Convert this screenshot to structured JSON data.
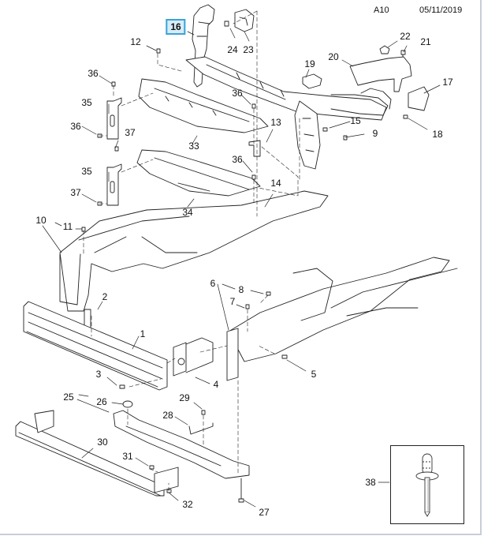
{
  "header": {
    "section_code": "A10",
    "date": "05/11/2019"
  },
  "highlight": {
    "callout": "16",
    "border_color": "#3ba3d8",
    "fill_color": "#d6ecf8"
  },
  "callouts": [
    {
      "id": "c16",
      "label": "16",
      "highlighted": true
    },
    {
      "id": "c24",
      "label": "24"
    },
    {
      "id": "c23",
      "label": "23"
    },
    {
      "id": "c22",
      "label": "22"
    },
    {
      "id": "c21",
      "label": "21"
    },
    {
      "id": "c12",
      "label": "12"
    },
    {
      "id": "c19",
      "label": "19"
    },
    {
      "id": "c20",
      "label": "20"
    },
    {
      "id": "c17",
      "label": "17"
    },
    {
      "id": "c36a",
      "label": "36"
    },
    {
      "id": "c35a",
      "label": "35"
    },
    {
      "id": "c36b",
      "label": "36"
    },
    {
      "id": "c36c",
      "label": "36"
    },
    {
      "id": "c13",
      "label": "13"
    },
    {
      "id": "c15",
      "label": "15"
    },
    {
      "id": "c9",
      "label": "9"
    },
    {
      "id": "c18",
      "label": "18"
    },
    {
      "id": "c37a",
      "label": "37"
    },
    {
      "id": "c33",
      "label": "33"
    },
    {
      "id": "c35b",
      "label": "35"
    },
    {
      "id": "c36d",
      "label": "36"
    },
    {
      "id": "c14",
      "label": "14"
    },
    {
      "id": "c37b",
      "label": "37"
    },
    {
      "id": "c34",
      "label": "34"
    },
    {
      "id": "c10",
      "label": "10"
    },
    {
      "id": "c11",
      "label": "11"
    },
    {
      "id": "c6",
      "label": "6"
    },
    {
      "id": "c8",
      "label": "8"
    },
    {
      "id": "c7",
      "label": "7"
    },
    {
      "id": "c2",
      "label": "2"
    },
    {
      "id": "c1",
      "label": "1"
    },
    {
      "id": "c5",
      "label": "5"
    },
    {
      "id": "c3",
      "label": "3"
    },
    {
      "id": "c4",
      "label": "4"
    },
    {
      "id": "c25",
      "label": "25"
    },
    {
      "id": "c26",
      "label": "26"
    },
    {
      "id": "c29",
      "label": "29"
    },
    {
      "id": "c28",
      "label": "28"
    },
    {
      "id": "c30",
      "label": "30"
    },
    {
      "id": "c31",
      "label": "31"
    },
    {
      "id": "c32",
      "label": "32"
    },
    {
      "id": "c27",
      "label": "27"
    },
    {
      "id": "c38",
      "label": "38"
    }
  ],
  "inset": {
    "callout": "38",
    "depicts": "blind-rivet"
  }
}
